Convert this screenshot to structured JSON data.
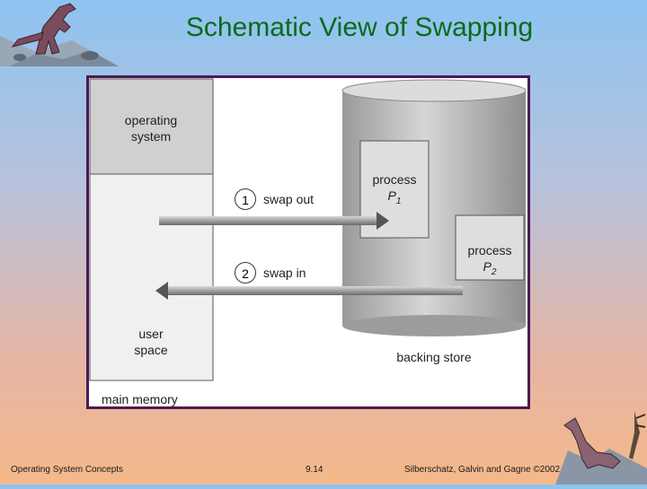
{
  "slide": {
    "title": "Schematic View of Swapping"
  },
  "diagram": {
    "memory": {
      "os_label": "operating\nsystem",
      "user_label": "user\nspace",
      "caption": "main memory"
    },
    "store": {
      "caption": "backing store"
    },
    "processes": [
      {
        "name": "process",
        "var": "P",
        "sub": "1"
      },
      {
        "name": "process",
        "var": "P",
        "sub": "2"
      }
    ],
    "steps": [
      {
        "num": "1",
        "label": "swap out"
      },
      {
        "num": "2",
        "label": "swap in"
      }
    ]
  },
  "footer": {
    "left": "Operating System Concepts",
    "center": "9.14",
    "right": "Silberschatz, Galvin and Gagne ©2002"
  },
  "colors": {
    "title": "#0c6a1c",
    "frame": "#4a1a58",
    "os_region": "#d0d0d0",
    "cylinder": "#bdbdbd"
  },
  "icons": [
    "dinosaur-logo-top-left",
    "dinosaur-logo-bottom-right"
  ]
}
